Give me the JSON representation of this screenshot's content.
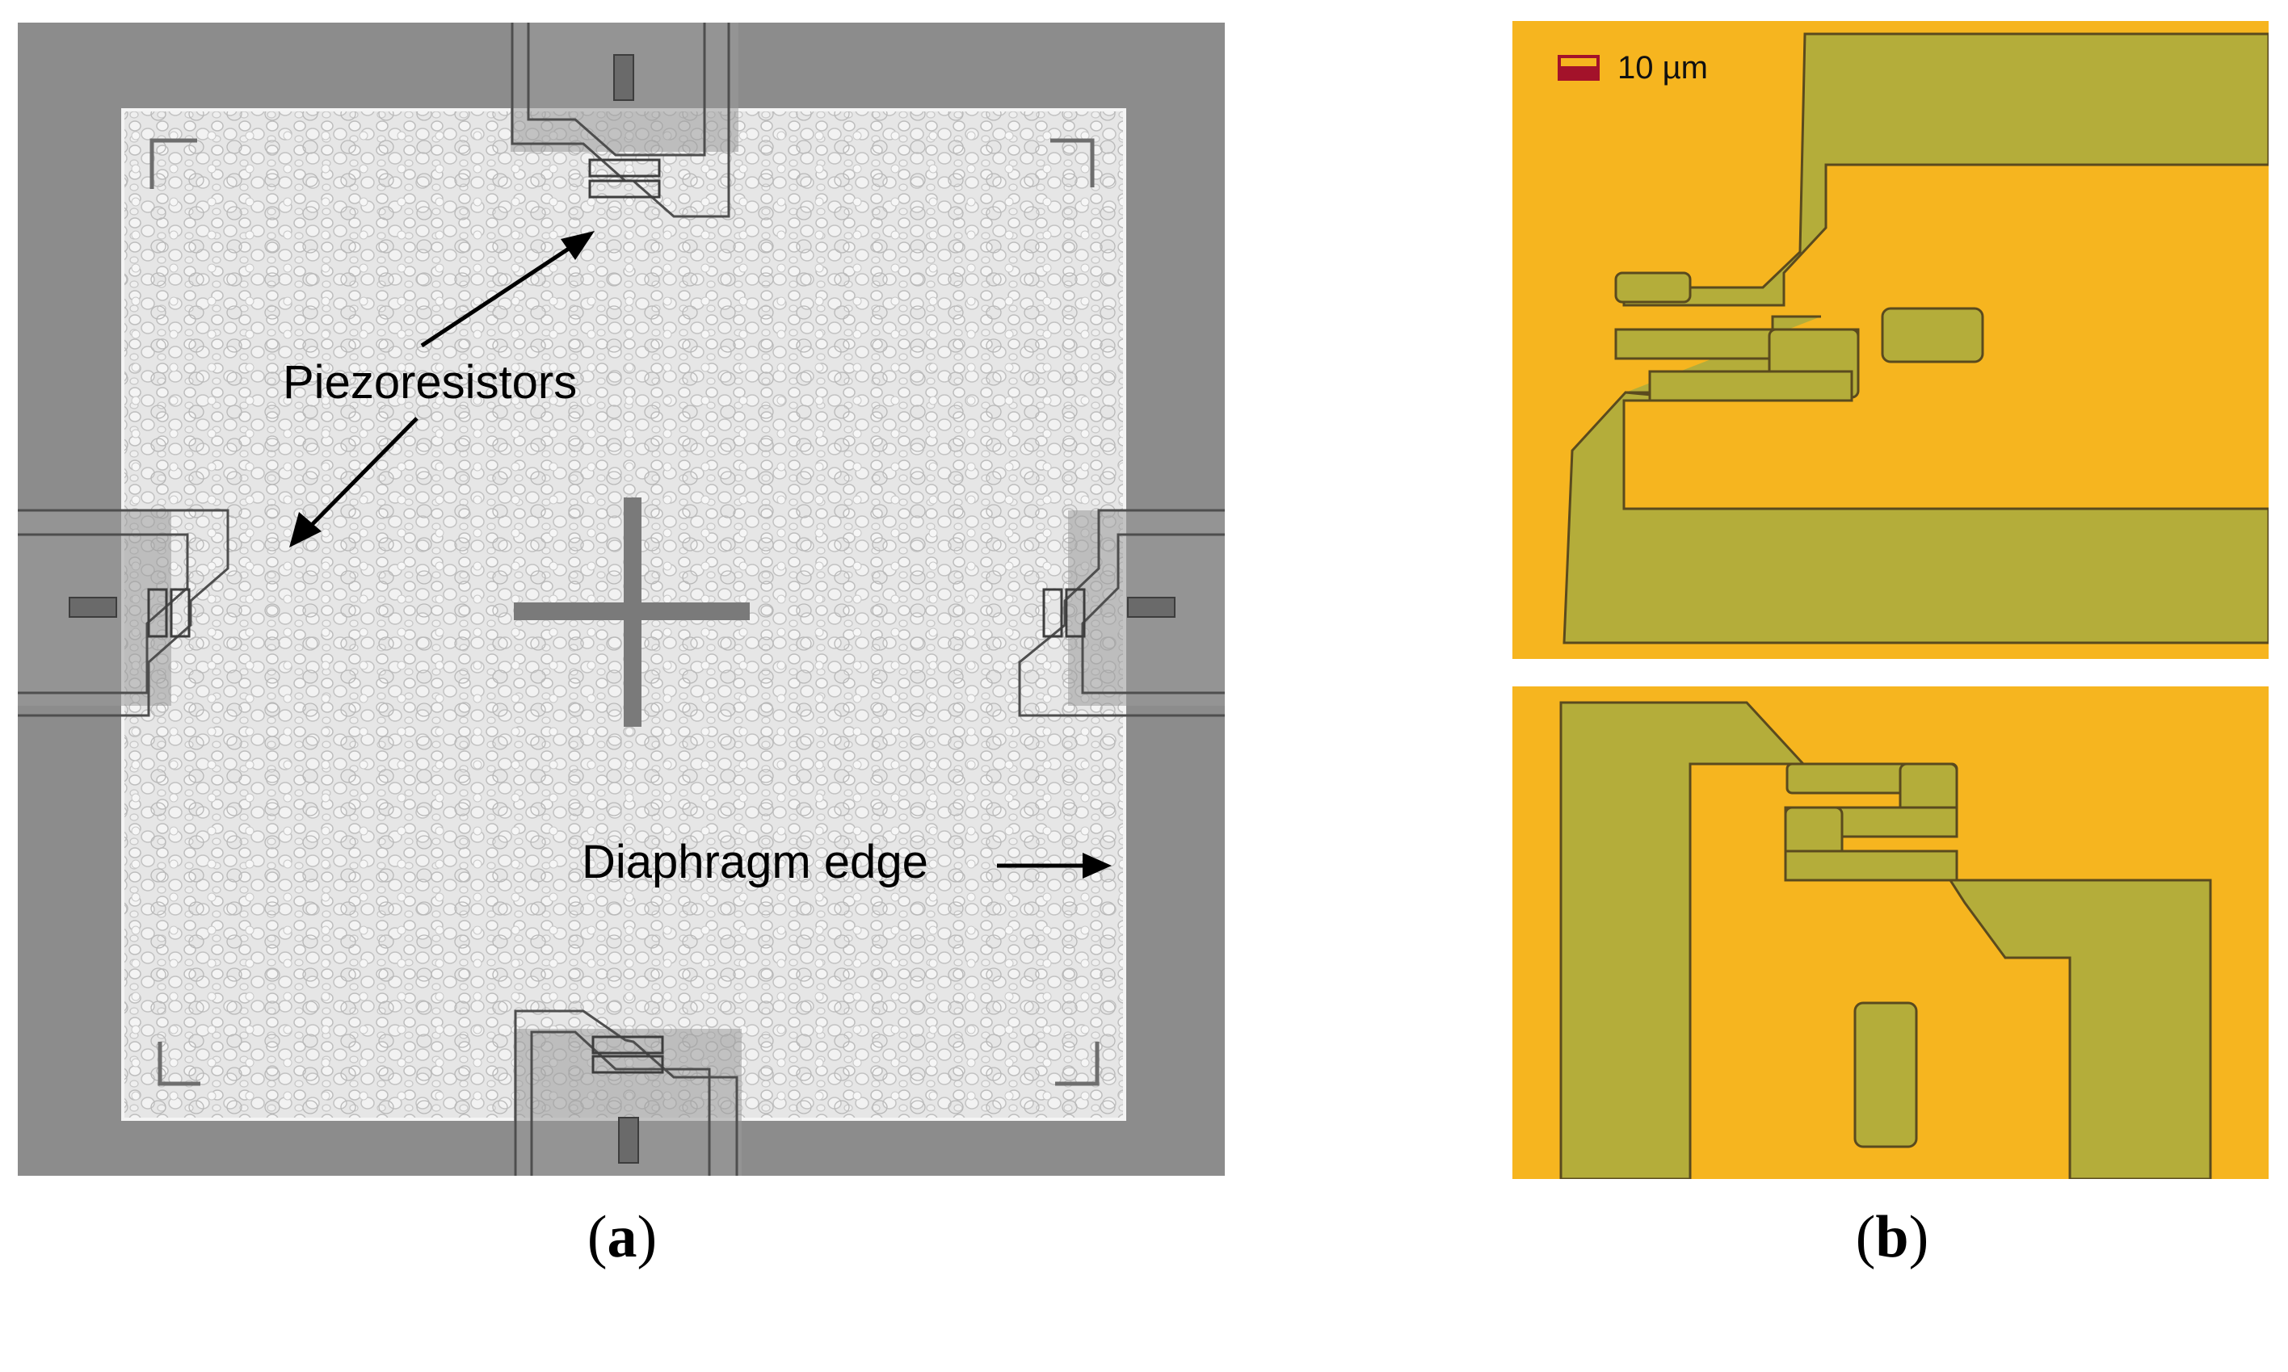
{
  "panel_a": {
    "annotations": {
      "piezoresistors": "Piezoresistors",
      "diaphragm_edge": "Diaphragm edge"
    },
    "caption_open": "(",
    "caption_letter": "a",
    "caption_close": ")"
  },
  "panel_b": {
    "scale_bar_label": "10 µm",
    "caption_open": "(",
    "caption_letter": "b",
    "caption_close": ")"
  },
  "colors": {
    "frame_gray": "#8a8a8a",
    "diaphragm_light": "#e4e4e4",
    "gold_background": "#f5b41c",
    "trace_olive": "#b6ae3e",
    "scale_bar_red": "#a3122a"
  }
}
